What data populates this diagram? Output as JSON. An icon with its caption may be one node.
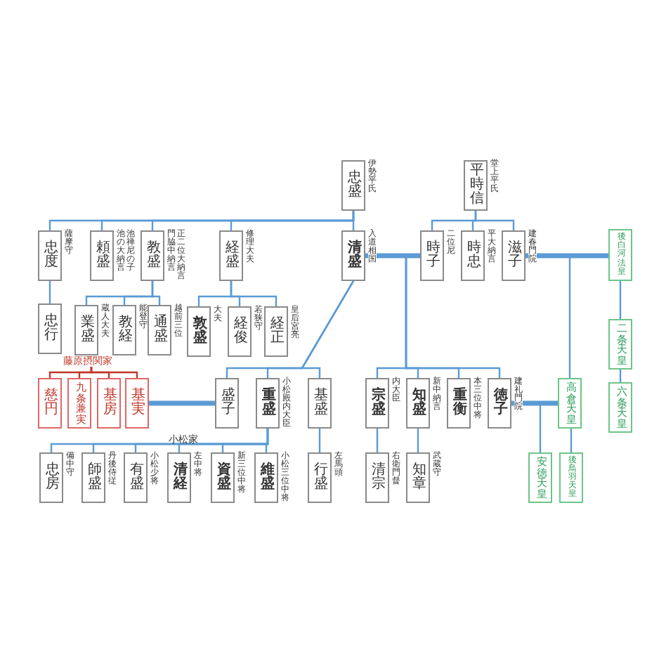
{
  "diagram": {
    "nodes": [
      {
        "text": [
          "忠盛"
        ],
        "beside": [
          "伊勢平氏"
        ]
      },
      {
        "text": [
          "平時信"
        ],
        "beside": [
          "堂上平氏"
        ]
      },
      {
        "text": [
          "清盛"
        ],
        "beside": [
          "入道相国"
        ]
      },
      {
        "text": [
          "時子"
        ],
        "beside": [
          "二位尼"
        ]
      },
      {
        "text": [
          "時忠"
        ],
        "beside": [
          "平大納言"
        ]
      },
      {
        "text": [
          "滋子"
        ],
        "beside": [
          "建春門院"
        ]
      },
      {
        "text": [
          "後白河法皇"
        ]
      },
      {
        "text": [
          "忠度"
        ],
        "beside": [
          "薩摩守"
        ]
      },
      {
        "text": [
          "頼盛"
        ],
        "beside": [
          "池の大納言",
          "池禅尼の子"
        ]
      },
      {
        "text": [
          "教盛"
        ],
        "beside": [
          "門脇中納言",
          "正二位大納言"
        ]
      },
      {
        "text": [
          "経盛"
        ],
        "beside": [
          "修理大夫"
        ]
      },
      {
        "text": [
          "忠行"
        ]
      },
      {
        "text": [
          "業盛"
        ],
        "beside": [
          "蔵人大夫"
        ]
      },
      {
        "text": [
          "教経"
        ],
        "beside": [
          "能登守"
        ]
      },
      {
        "text": [
          "通盛"
        ],
        "beside": [
          "越前三位"
        ]
      },
      {
        "text": [
          "敦盛"
        ],
        "beside": [
          "大夫"
        ]
      },
      {
        "text": [
          "経俊"
        ],
        "beside": [
          "若狭守"
        ]
      },
      {
        "text": [
          "経正"
        ],
        "beside": [
          "皇后宮亮"
        ]
      },
      {
        "text": [
          "二条天皇"
        ]
      },
      {
        "text": [
          "藤原摂関家"
        ]
      },
      {
        "text": [
          "慈円"
        ]
      },
      {
        "text": [
          "九条兼実"
        ]
      },
      {
        "text": [
          "基房"
        ]
      },
      {
        "text": [
          "基実"
        ]
      },
      {
        "text": [
          "盛子"
        ]
      },
      {
        "text": [
          "重盛"
        ],
        "beside": [
          "小松殿内大臣"
        ]
      },
      {
        "text": [
          "基盛"
        ]
      },
      {
        "text": [
          "宗盛"
        ],
        "beside": [
          "内大臣"
        ]
      },
      {
        "text": [
          "知盛"
        ],
        "beside": [
          "新中納言"
        ]
      },
      {
        "text": [
          "重衡"
        ],
        "beside": [
          "本三位中将"
        ]
      },
      {
        "text": [
          "徳子"
        ],
        "beside": [
          "建礼門院"
        ]
      },
      {
        "text": [
          "高倉天皇"
        ]
      },
      {
        "text": [
          "六条天皇"
        ]
      },
      {
        "text": [
          "忠房"
        ],
        "beside": [
          "備中守"
        ]
      },
      {
        "text": [
          "師盛"
        ],
        "beside": [
          "丹後侍従"
        ]
      },
      {
        "text": [
          "有盛"
        ],
        "beside": [
          "小松少将"
        ]
      },
      {
        "text": [
          "清経"
        ],
        "beside": [
          "左中将"
        ]
      },
      {
        "text": [
          "資盛"
        ],
        "beside": [
          "新三位中将"
        ]
      },
      {
        "text": [
          "維盛"
        ],
        "beside": [
          "小松三位中将"
        ]
      },
      {
        "text": [
          "行盛"
        ],
        "beside": [
          "左馬頭"
        ]
      },
      {
        "text": [
          "清宗"
        ],
        "beside": [
          "右衛門督"
        ]
      },
      {
        "text": [
          "知章"
        ],
        "beside": [
          "武蔵守"
        ]
      },
      {
        "text": [
          "安徳天皇"
        ]
      },
      {
        "text": [
          "後鳥羽天皇"
        ]
      }
    ],
    "edges": [
      {
        "from": 0,
        "to": 2,
        "arrow": "none"
      },
      {
        "from": 0,
        "to": 7,
        "arrow": "none"
      },
      {
        "from": 0,
        "to": 8,
        "arrow": "none"
      },
      {
        "from": 0,
        "to": 9,
        "arrow": "none"
      },
      {
        "from": 0,
        "to": 10,
        "arrow": "none"
      },
      {
        "from": 1,
        "to": 3,
        "arrow": "none"
      },
      {
        "from": 1,
        "to": 4,
        "arrow": "none"
      },
      {
        "from": 1,
        "to": 5,
        "arrow": "none"
      },
      {
        "from": 2,
        "to": 3,
        "arrow": "none",
        "style": "thick"
      },
      {
        "from": 5,
        "to": 6,
        "arrow": "none",
        "style": "thick"
      },
      {
        "from": 6,
        "to": 18,
        "arrow": "none"
      },
      {
        "from": 18,
        "to": 32,
        "arrow": "none"
      },
      {
        "from": 7,
        "to": 11,
        "arrow": "none"
      },
      {
        "from": 9,
        "to": 12,
        "arrow": "none"
      },
      {
        "from": 9,
        "to": 13,
        "arrow": "none"
      },
      {
        "from": 9,
        "to": 14,
        "arrow": "none"
      },
      {
        "from": 10,
        "to": 15,
        "arrow": "none"
      },
      {
        "from": 10,
        "to": 16,
        "arrow": "none"
      },
      {
        "from": 10,
        "to": 17,
        "arrow": "none"
      },
      {
        "from": 19,
        "to": 20,
        "arrow": "none",
        "color": "#c0392b"
      },
      {
        "from": 19,
        "to": 21,
        "arrow": "none",
        "color": "#c0392b"
      },
      {
        "from": 19,
        "to": 22,
        "arrow": "none",
        "color": "#c0392b"
      },
      {
        "from": 19,
        "to": 23,
        "arrow": "none",
        "color": "#c0392b"
      },
      {
        "from": 23,
        "to": 24,
        "arrow": "none",
        "style": "thick"
      },
      {
        "from": 2,
        "to": 24,
        "arrow": "none"
      },
      {
        "from": 2,
        "to": 25,
        "arrow": "none"
      },
      {
        "from": 2,
        "to": 26,
        "arrow": "none"
      },
      {
        "from": 3,
        "to": 27,
        "arrow": "none"
      },
      {
        "from": 3,
        "to": 28,
        "arrow": "none"
      },
      {
        "from": 3,
        "to": 29,
        "arrow": "none"
      },
      {
        "from": 3,
        "to": 30,
        "arrow": "none"
      },
      {
        "from": 5,
        "to": 31,
        "arrow": "none"
      },
      {
        "from": 30,
        "to": 31,
        "arrow": "none",
        "style": "thick"
      },
      {
        "from": 25,
        "to": 33,
        "arrow": "none"
      },
      {
        "from": 25,
        "to": 34,
        "arrow": "none"
      },
      {
        "from": 25,
        "to": 35,
        "arrow": "none"
      },
      {
        "from": 25,
        "to": 36,
        "arrow": "none"
      },
      {
        "from": 25,
        "to": 37,
        "arrow": "none"
      },
      {
        "from": 25,
        "to": 38,
        "arrow": "none"
      },
      {
        "from": 26,
        "to": 39,
        "arrow": "none"
      },
      {
        "from": 27,
        "to": 40,
        "arrow": "none"
      },
      {
        "from": 28,
        "to": 41,
        "arrow": "none"
      },
      {
        "from": 30,
        "to": 42,
        "arrow": "none"
      },
      {
        "from": 31,
        "to": 43,
        "arrow": "none"
      }
    ],
    "labels": [
      "小松家"
    ]
  }
}
